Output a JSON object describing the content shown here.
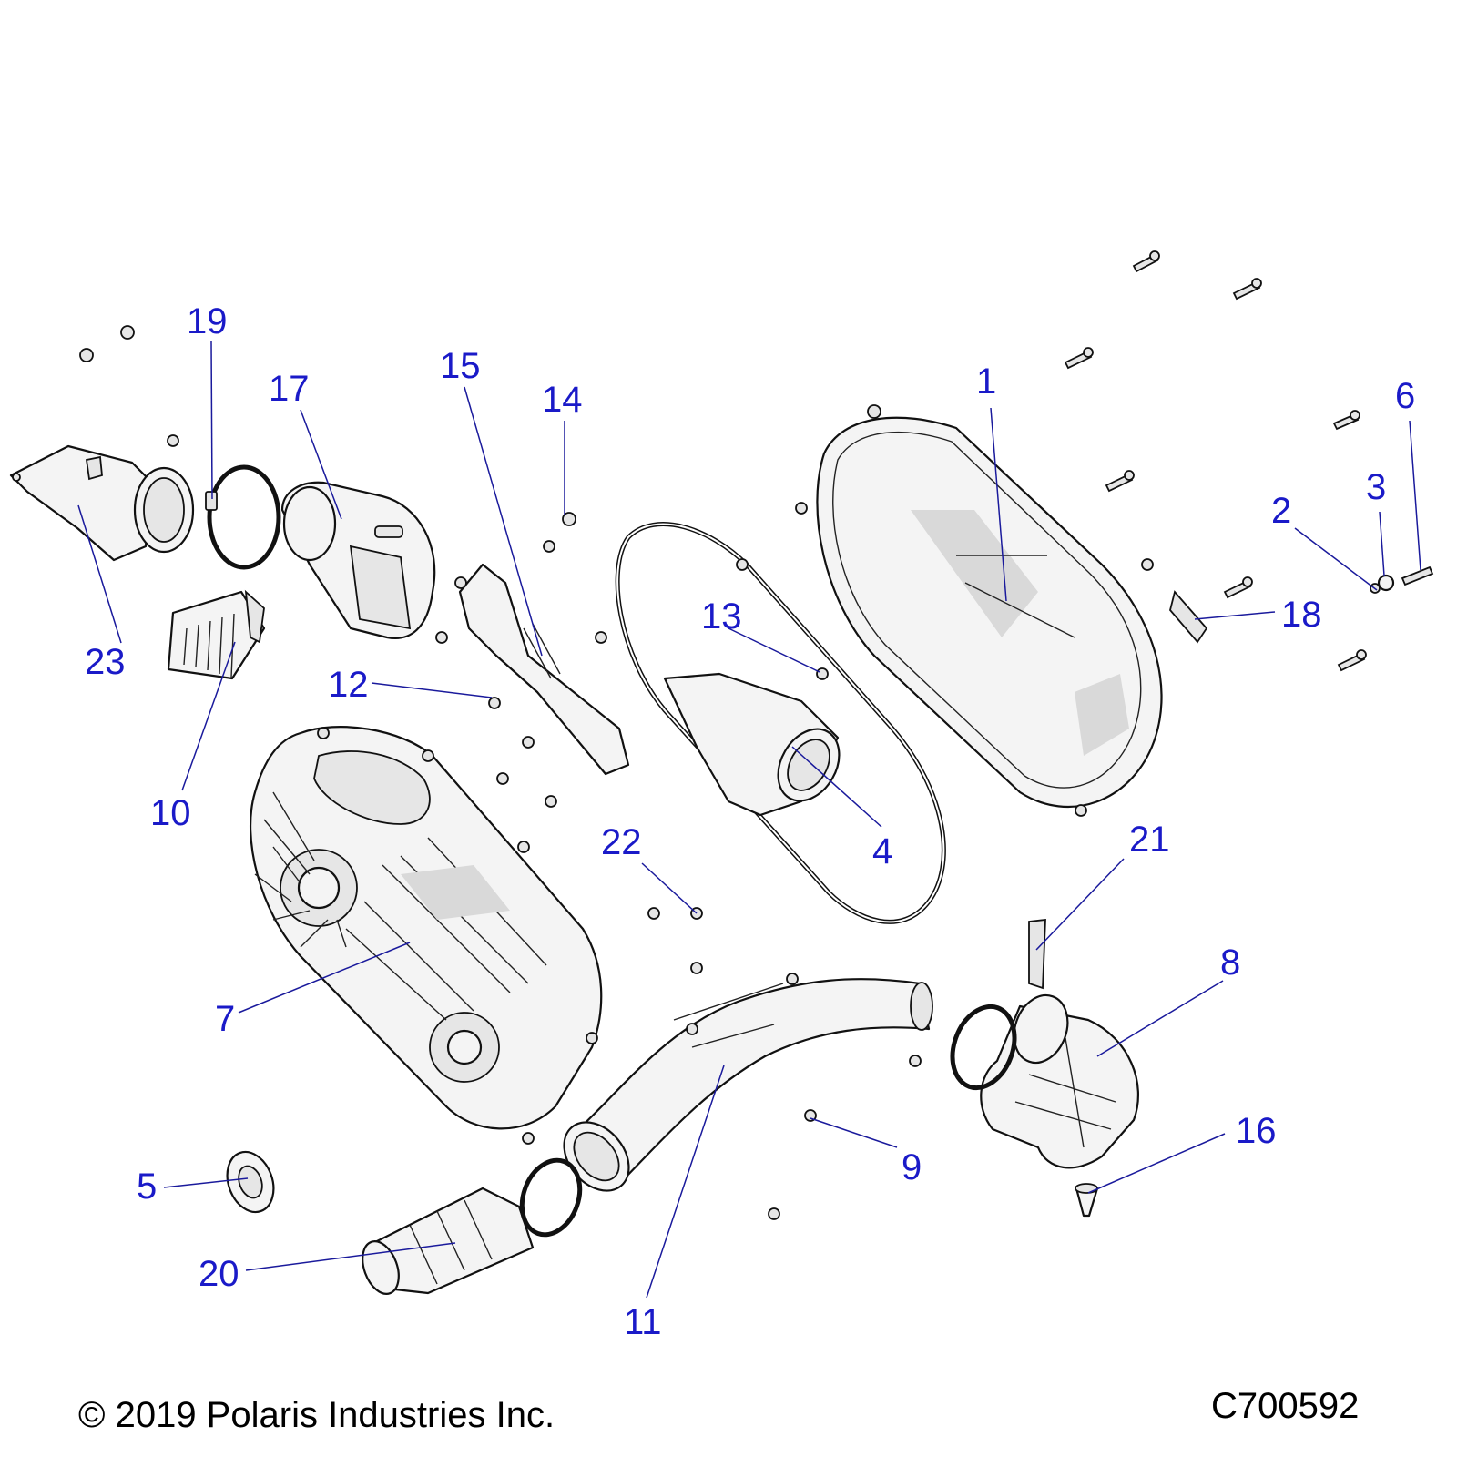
{
  "diagram": {
    "colors": {
      "callout": "#1a1ac8",
      "leader": "#1a1a9c",
      "linework": "#111111"
    },
    "callouts": [
      {
        "id": "1",
        "label": "1"
      },
      {
        "id": "2",
        "label": "2"
      },
      {
        "id": "3",
        "label": "3"
      },
      {
        "id": "4",
        "label": "4"
      },
      {
        "id": "5",
        "label": "5"
      },
      {
        "id": "6",
        "label": "6"
      },
      {
        "id": "7",
        "label": "7"
      },
      {
        "id": "8",
        "label": "8"
      },
      {
        "id": "9",
        "label": "9"
      },
      {
        "id": "10",
        "label": "10"
      },
      {
        "id": "11",
        "label": "11"
      },
      {
        "id": "12",
        "label": "12"
      },
      {
        "id": "13",
        "label": "13"
      },
      {
        "id": "14",
        "label": "14"
      },
      {
        "id": "15",
        "label": "15"
      },
      {
        "id": "16",
        "label": "16"
      },
      {
        "id": "17",
        "label": "17"
      },
      {
        "id": "18",
        "label": "18"
      },
      {
        "id": "19",
        "label": "19"
      },
      {
        "id": "20",
        "label": "20"
      },
      {
        "id": "21",
        "label": "21"
      },
      {
        "id": "22",
        "label": "22"
      },
      {
        "id": "23",
        "label": "23"
      }
    ]
  },
  "footer": {
    "copyright": "© 2019 Polaris Industries Inc.",
    "drawing_number": "C700592"
  }
}
